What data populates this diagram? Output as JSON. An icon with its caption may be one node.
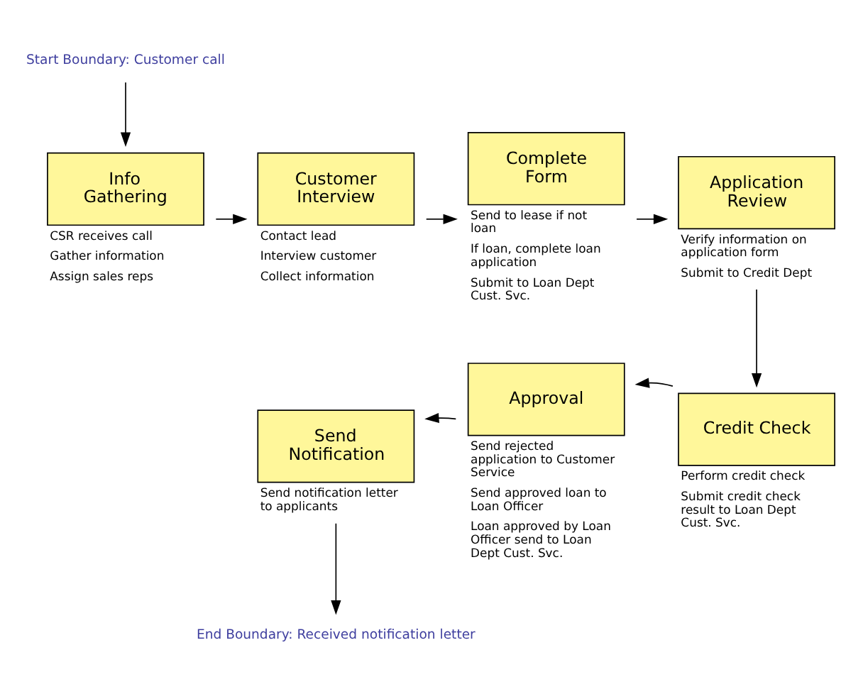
{
  "diagram": {
    "nodes": [
      {
        "text": [
          "Start Boundary: Customer call"
        ]
      },
      {
        "text": [
          "Info Gathering"
        ],
        "beside": [
          "CSR receives call",
          "Gather information",
          "Assign sales reps"
        ]
      },
      {
        "text": [
          "Customer Interview"
        ],
        "beside": [
          "Contact lead",
          "Interview customer",
          "Collect information"
        ]
      },
      {
        "text": [
          "Complete Form"
        ],
        "beside": [
          "Send to lease if not loan",
          "If loan, complete loan application",
          "Submit to Loan Dept Cust. Svc."
        ]
      },
      {
        "text": [
          "Application Review"
        ],
        "beside": [
          "Verify information on application form",
          "Submit to Credit Dept"
        ]
      },
      {
        "text": [
          "Send Notification"
        ],
        "beside": [
          "Send notification letter to applicants"
        ]
      },
      {
        "text": [
          "Approval"
        ],
        "beside": [
          "Send rejected application to Customer Service",
          "Send approved loan to Loan Officer",
          "Loan approved by Loan Officer send to Loan Dept Cust. Svc."
        ]
      },
      {
        "text": [
          "Credit Check"
        ],
        "beside": [
          "Perform credit check",
          "Submit credit check result to Loan Dept Cust. Svc."
        ]
      },
      {
        "text": [
          "End Boundary: Received notification letter"
        ]
      }
    ],
    "edges": [
      {
        "from": 0,
        "to": 1,
        "arrow": "to"
      },
      {
        "from": 1,
        "to": 2,
        "arrow": "to"
      },
      {
        "from": 2,
        "to": 3,
        "arrow": "to"
      },
      {
        "from": 3,
        "to": 4,
        "arrow": "to"
      },
      {
        "from": 4,
        "to": 7,
        "arrow": "to"
      },
      {
        "from": 7,
        "to": 6,
        "arrow": "to"
      },
      {
        "from": 6,
        "to": 5,
        "arrow": "to"
      },
      {
        "from": 5,
        "to": 8,
        "arrow": "to"
      }
    ]
  }
}
